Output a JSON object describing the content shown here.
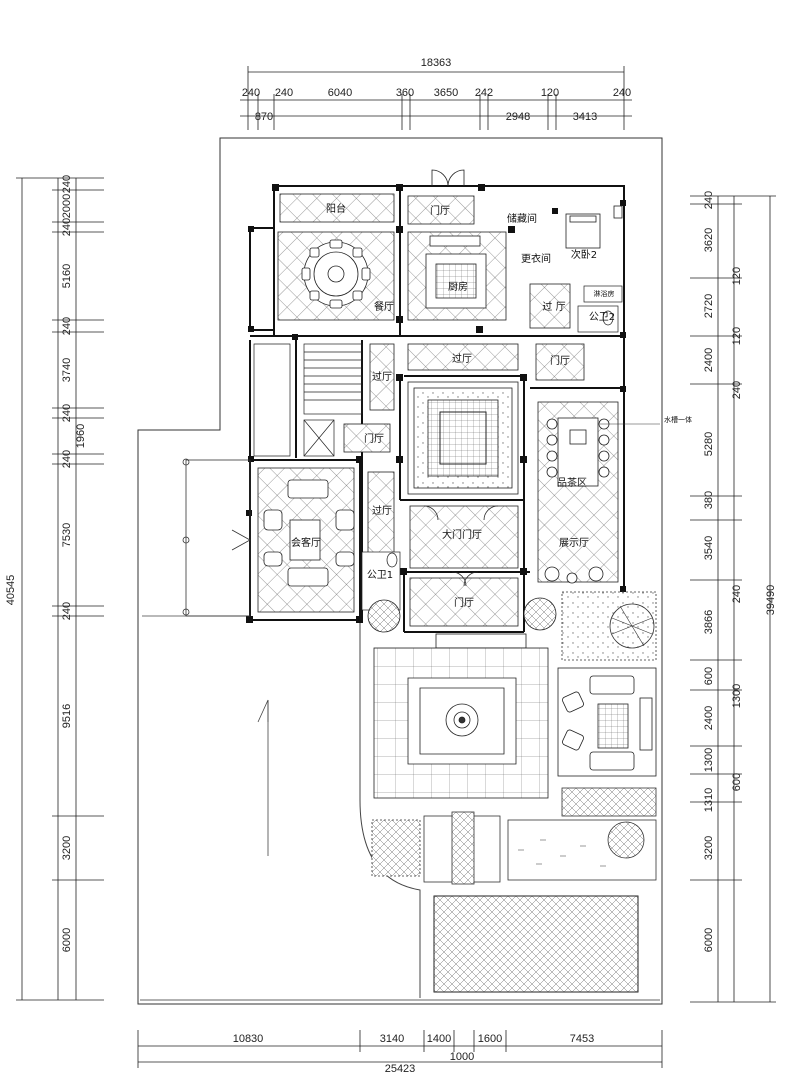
{
  "dimensions": {
    "top_overall": "18363",
    "top_segments": [
      "240",
      "240",
      "6040",
      "360",
      "3650",
      "242",
      "120",
      "240"
    ],
    "top_second_row": [
      "870",
      "2948",
      "3413"
    ],
    "left_overall": "40545",
    "left_segments": [
      "240",
      "2000",
      "240",
      "5160",
      "240",
      "3740",
      "240",
      "1960",
      "240",
      "7530",
      "240",
      "9516",
      "3200",
      "6000"
    ],
    "right_overall": "39490",
    "right_segments": [
      "240",
      "3620",
      "2720",
      "2400",
      "5280",
      "3540",
      "3866",
      "1300",
      "2400",
      "1300",
      "1310",
      "3200",
      "6000"
    ],
    "right_second_col": [
      "120",
      "120",
      "240",
      "380",
      "240",
      "600",
      "600"
    ],
    "bottom_segments": [
      "10830",
      "3140",
      "1400",
      "1600",
      "7453"
    ],
    "bottom_second_row": [
      "1000"
    ],
    "bottom_overall": "25423"
  },
  "rooms": {
    "balcony": "阳台",
    "foyer_top": "门厅",
    "storage": "储藏间",
    "bedroom2": "次卧2",
    "dining": "餐厅",
    "kitchen": "厨房",
    "cloakroom": "更衣间",
    "shower": "淋浴房",
    "corridor_small": "过 厅",
    "toilet2": "公卫2",
    "corridor_center": "过厅",
    "foyer_right": "门厅",
    "corridor_left": "过厅",
    "foyer_mid": "门厅",
    "tea_area": "品茶区",
    "corridor_lower": "过厅",
    "reception": "会客厅",
    "main_foyer": "大门门厅",
    "display_hall": "展示厅",
    "toilet1": "公卫1",
    "foyer_entry": "门厅",
    "water_bar": "水槽一体"
  }
}
